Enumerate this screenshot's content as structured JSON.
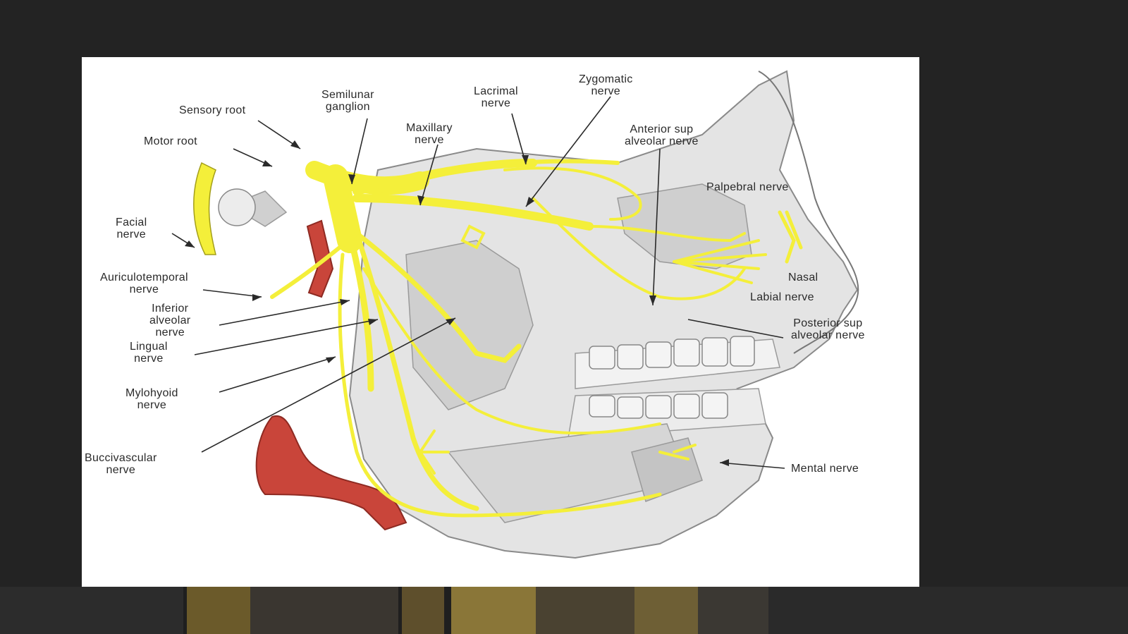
{
  "colors": {
    "background": "#232323",
    "panel": "#ffffff",
    "nerve": "#f4ef3a",
    "vessel": "#c9453a",
    "bone": "#d8d8d8",
    "label_text": "#2a2a2a"
  },
  "diagram": {
    "labels": {
      "sensory_root": "Sensory root",
      "semilunar_ganglion": [
        "Semilunar",
        "ganglion"
      ],
      "lacrimal_nerve": [
        "Lacrimal",
        "nerve"
      ],
      "zygomatic_nerve": [
        "Zygomatic",
        "nerve"
      ],
      "maxillary_nerve": [
        "Maxillary",
        "nerve"
      ],
      "motor_root": "Motor root",
      "anterior_sup_alveolar_nerve": [
        "Anterior sup",
        "alveolar nerve"
      ],
      "palpebral_nerve": "Palpebral nerve",
      "facial_nerve": [
        "Facial",
        "nerve"
      ],
      "nasal": "Nasal",
      "auriculotemporal_nerve": [
        "Auriculotemporal",
        "nerve"
      ],
      "labial_nerve": "Labial nerve",
      "inferior_alveolar_nerve": [
        "Inferior",
        "alveolar",
        "nerve"
      ],
      "posterior_sup_alveolar_nerve": [
        "Posterior sup",
        "alveolar nerve"
      ],
      "lingual_nerve": [
        "Lingual",
        "nerve"
      ],
      "mylohyoid_nerve": [
        "Mylohyoid",
        "nerve"
      ],
      "buccivascular_nerve": [
        "Buccivascular",
        "nerve"
      ],
      "mental_nerve": "Mental nerve"
    }
  }
}
